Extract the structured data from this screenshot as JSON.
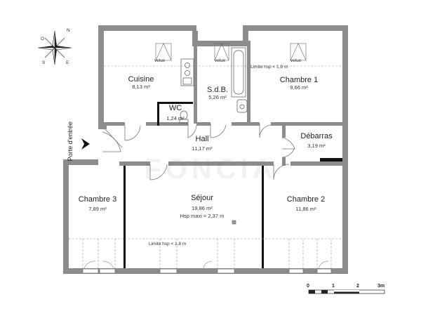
{
  "rooms": [
    {
      "name": "Cuisine",
      "area": "8,13 m²"
    },
    {
      "name": "S.d.B.",
      "area": "5,26 m²"
    },
    {
      "name": "Chambre 1",
      "area": "9,66 m²"
    },
    {
      "name": "WC",
      "area": "1,24 m²"
    },
    {
      "name": "Hall",
      "area": "11,17 m²"
    },
    {
      "name": "Débarras",
      "area": "3,19 m²"
    },
    {
      "name": "Chambre 3",
      "area": "7,89 m²"
    },
    {
      "name": "Séjour",
      "area": "19,86 m²"
    },
    {
      "name": "Chambre 2",
      "area": "11,86 m²"
    }
  ],
  "velux": [
    "velux",
    "velux",
    "velux"
  ],
  "notes": {
    "limit_top": "Limite hsp < 1,8 m",
    "limit_bottom": "Limite hsp < 1,8 m",
    "hsp_maxi": "Hsp maxi = 2,37 m"
  },
  "entrance": {
    "label": "Porte d'entrée"
  },
  "compass": {
    "labels": [
      "N",
      "E",
      "S",
      "O"
    ]
  },
  "scale": {
    "ticks": [
      "0",
      "1",
      "2",
      "3m"
    ]
  },
  "watermark": "FONCIA",
  "colors": {
    "wall": "#8c8c8c",
    "wall_dark": "#111111",
    "fixture": "#555555"
  }
}
